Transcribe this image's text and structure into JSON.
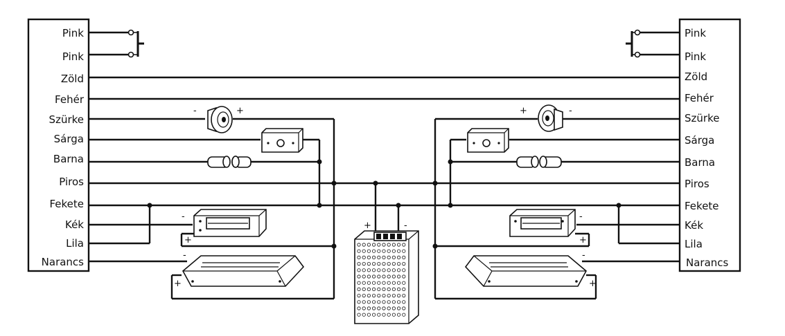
{
  "left_panel": {
    "wires": [
      "Pink",
      "Pink",
      "Zöld",
      "Fehér",
      "Szürke",
      "Sárga",
      "Barna",
      "Piros",
      "Fekete",
      "Kék",
      "Lila",
      "Narancs"
    ]
  },
  "right_panel": {
    "wires": [
      "Pink",
      "Pink",
      "Zöld",
      "Fehér",
      "Szürke",
      "Sárga",
      "Barna",
      "Piros",
      "Fekete",
      "Kék",
      "Lila",
      "Narancs"
    ]
  },
  "polarity": {
    "plus": "+",
    "minus": "-"
  }
}
